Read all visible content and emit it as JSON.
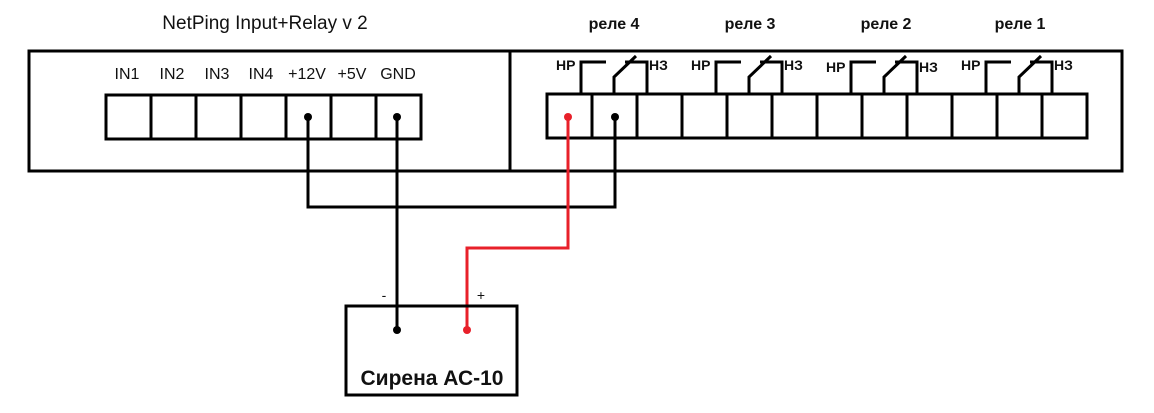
{
  "device": {
    "title": "NetPing Input+Relay v 2",
    "inputs": [
      "IN1",
      "IN2",
      "IN3",
      "IN4",
      "+12V",
      "+5V",
      "GND"
    ],
    "relays": [
      {
        "label": "реле 4",
        "no": "НР",
        "nc": "НЗ"
      },
      {
        "label": "реле 3",
        "no": "НР",
        "nc": "НЗ"
      },
      {
        "label": "реле 2",
        "no": "НР",
        "nc": "НЗ"
      },
      {
        "label": "реле 1",
        "no": "НР",
        "nc": "НЗ"
      }
    ]
  },
  "siren": {
    "label": "Сирена АС-10",
    "minus": "-",
    "plus": "+"
  },
  "colors": {
    "wire_black": "#000000",
    "wire_red": "#e8202a"
  },
  "connections": [
    {
      "from": "+12V",
      "to": "реле 4 common",
      "color": "black"
    },
    {
      "from": "GND",
      "to": "Сирена АС-10 -",
      "color": "black"
    },
    {
      "from": "реле 4 НР",
      "to": "Сирена АС-10 +",
      "color": "red"
    }
  ]
}
